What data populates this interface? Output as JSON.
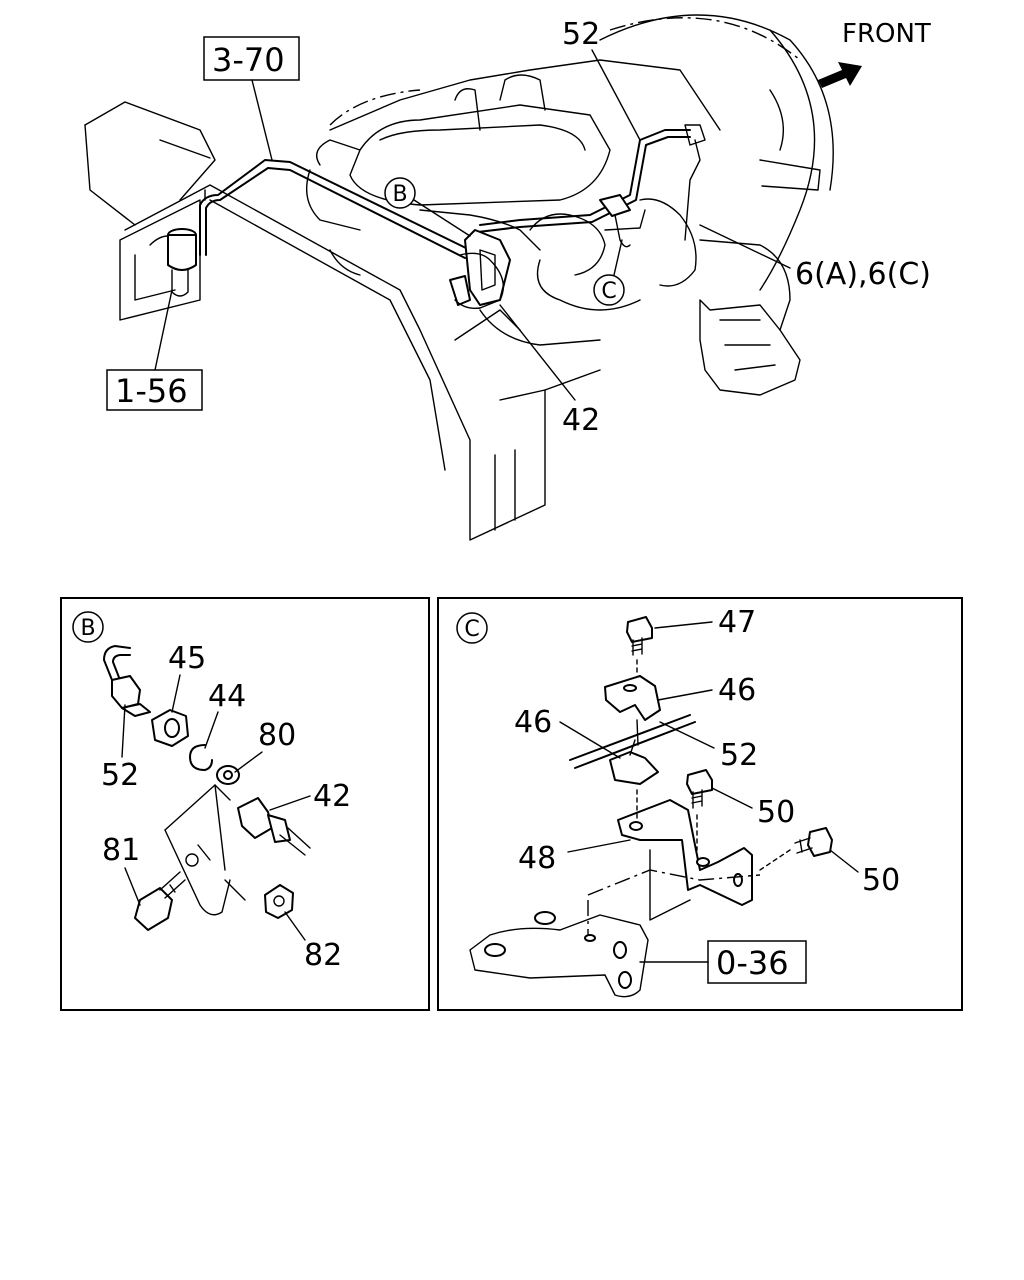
{
  "direction": {
    "label": "FRONT",
    "icon": "front-arrow-icon"
  },
  "main_view": {
    "refs": [
      {
        "text": "3-70"
      },
      {
        "text": "1-56"
      }
    ],
    "callouts": {
      "c52": "52",
      "c6": "6(A),6(C)",
      "c42": "42"
    },
    "detail_markers": {
      "b": "B",
      "c": "C"
    }
  },
  "detail_b": {
    "marker": "B",
    "callouts": {
      "c45": "45",
      "c44": "44",
      "c80": "80",
      "c42": "42",
      "c52": "52",
      "c81": "81",
      "c82": "82"
    }
  },
  "detail_c": {
    "marker": "C",
    "callouts": {
      "c47": "47",
      "c46a": "46",
      "c46b": "46",
      "c52": "52",
      "c50a": "50",
      "c48": "48",
      "c50b": "50"
    },
    "ref": "0-36"
  }
}
